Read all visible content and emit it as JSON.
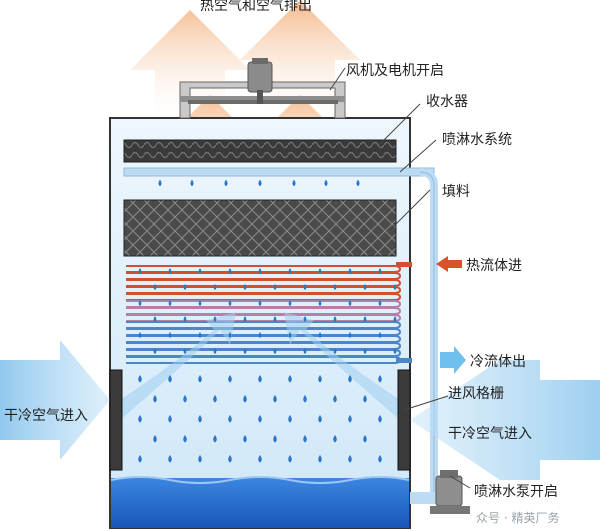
{
  "labels": {
    "top_exhaust": "热空气和空气排出",
    "fan": "风机及电机开启",
    "drift_eliminator": "收水器",
    "spray_system": "喷淋水系统",
    "fill": "填料",
    "hot_fluid_in": "热流体进",
    "cold_fluid_out": "冷流体出",
    "inlet_louver": "进风格栅",
    "dry_air_left": "干冷空气进入",
    "dry_air_right": "干冷空气进入",
    "spray_pump": "喷淋水泵开启"
  },
  "watermark": "众号 · 精英厂务",
  "colors": {
    "hot_arrow": "#f3b98a",
    "cold_air_arrow": "#6fb6e6",
    "coil_hot": "#d2502e",
    "coil_cold": "#4a86c8",
    "water_basin": "#1f63c9",
    "drop": "#2a76c8",
    "fill_pattern": "#3b3b3b",
    "pipe": "#9cc7e8",
    "hot_in_arrow": "#d9532a",
    "cold_out_arrow": "#6fc0ee"
  }
}
